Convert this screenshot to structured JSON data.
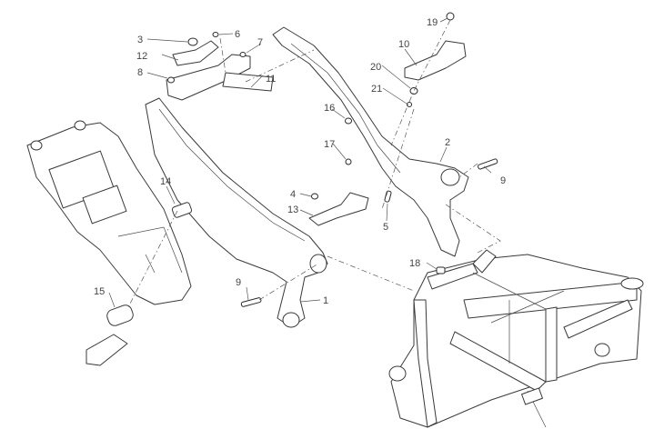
{
  "diagram": {
    "title": "Rear subframe exploded view",
    "callouts": [
      {
        "id": "c1",
        "label": "1",
        "part": "left-rear-subframe-arm"
      },
      {
        "id": "c2",
        "label": "2",
        "part": "right-rear-subframe-arm"
      },
      {
        "id": "c3",
        "label": "3",
        "part": "spacer-nut"
      },
      {
        "id": "c4",
        "label": "4",
        "part": "screw"
      },
      {
        "id": "c5",
        "label": "5",
        "part": "screw"
      },
      {
        "id": "c6",
        "label": "6",
        "part": "screw"
      },
      {
        "id": "c7",
        "label": "7",
        "part": "screw"
      },
      {
        "id": "c8",
        "label": "8",
        "part": "screw"
      },
      {
        "id": "c9a",
        "label": "9",
        "part": "bolt"
      },
      {
        "id": "c9b",
        "label": "9",
        "part": "bolt"
      },
      {
        "id": "c10",
        "label": "10",
        "part": "bracket"
      },
      {
        "id": "c11",
        "label": "11",
        "part": "support-plate"
      },
      {
        "id": "c12",
        "label": "12",
        "part": "clip-bracket"
      },
      {
        "id": "c13",
        "label": "13",
        "part": "bracket"
      },
      {
        "id": "c14",
        "label": "14",
        "part": "rubber-pad"
      },
      {
        "id": "c15",
        "label": "15",
        "part": "rubber-grommet"
      },
      {
        "id": "c16",
        "label": "16",
        "part": "nut"
      },
      {
        "id": "c17",
        "label": "17",
        "part": "cable-clamp"
      },
      {
        "id": "c18",
        "label": "18",
        "part": "bushing"
      },
      {
        "id": "c19",
        "label": "19",
        "part": "nut"
      },
      {
        "id": "c20",
        "label": "20",
        "part": "washer"
      },
      {
        "id": "c21",
        "label": "21",
        "part": "screw"
      }
    ]
  }
}
